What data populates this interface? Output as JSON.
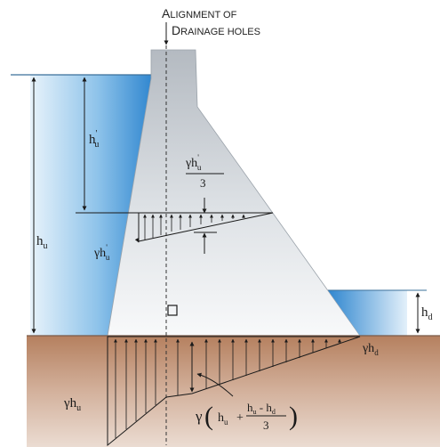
{
  "caption": {
    "line1_first": "A",
    "line1_rest": "LIGNMENT OF",
    "line2_first": "D",
    "line2_rest": "RAINAGE HOLES"
  },
  "labels": {
    "hu": "h",
    "hu_sub": "u",
    "hu_prime": "h",
    "hu_prime_sup": "'",
    "hu_prime_sub": "u",
    "hd": "h",
    "hd_sub": "d",
    "gamma_hu_prime_top": "γh",
    "gamma_hu_prime_top_sup": "'",
    "gamma_hu_prime_top_sub": "u",
    "three_top": "3",
    "gamma_hu_prime_left": "γh",
    "gamma_hu_prime_left_sup": "'",
    "gamma_hu_prime_left_sub": "u",
    "gamma_hu_base": "γh",
    "gamma_hu_base_sub": "u",
    "gamma_hd": "γh",
    "gamma_hd_sub": "d",
    "formula_gamma": "γ",
    "formula_h": "h",
    "formula_h_sub": "u",
    "formula_plus": "+",
    "formula_num_h1": "h",
    "formula_num_h1_sub": "u",
    "formula_num_minus": " - h",
    "formula_num_h2_sub": "d",
    "formula_den": "3"
  },
  "colors": {
    "water": "#3f93d6",
    "water_light": "#e6f2fb",
    "dam_top": "#b8bec4",
    "dam_bottom": "#f7f8f9",
    "soil_top": "#b8846a",
    "soil_bottom": "#e7d5c9"
  }
}
